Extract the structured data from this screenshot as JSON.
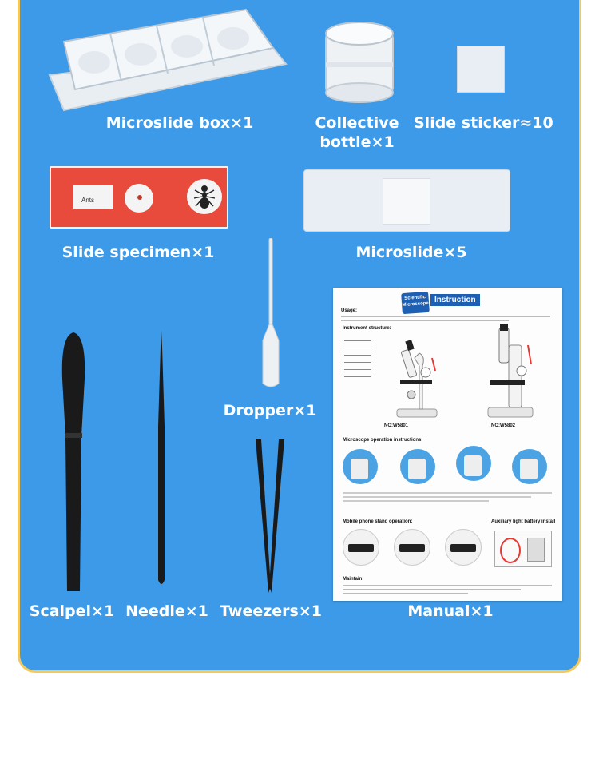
{
  "items": {
    "microslide_box": "Microslide box×1",
    "collective_bottle_line1": "Collective",
    "collective_bottle_line2": "bottle×1",
    "slide_sticker": "Slide sticker≈10",
    "slide_specimen": "Slide specimen×1",
    "specimen_label": "Ants",
    "microslide": "Microslide×5",
    "dropper": "Dropper×1",
    "scalpel": "Scalpel×1",
    "needle": "Needle×1",
    "tweezers": "Tweezers×1",
    "manual": "Manual×1"
  },
  "manual_doc": {
    "badge": "Scientific Microscope",
    "title": "Instruction",
    "usage_label": "Usage:",
    "instrument_label": "Instrument structure:",
    "model_a": "NO:W5801",
    "model_b": "NO:W5802",
    "operation_label": "Microscope operation instructions:",
    "phone_label": "Mobile phone stand operation:",
    "battery_label": "Auxiliary light battery install",
    "maintain_label": "Maintain:"
  },
  "colors": {
    "panel": "#3d9ae8",
    "border": "#f2c95e",
    "label": "#ffffff",
    "specimen_red": "#e84a3b"
  }
}
